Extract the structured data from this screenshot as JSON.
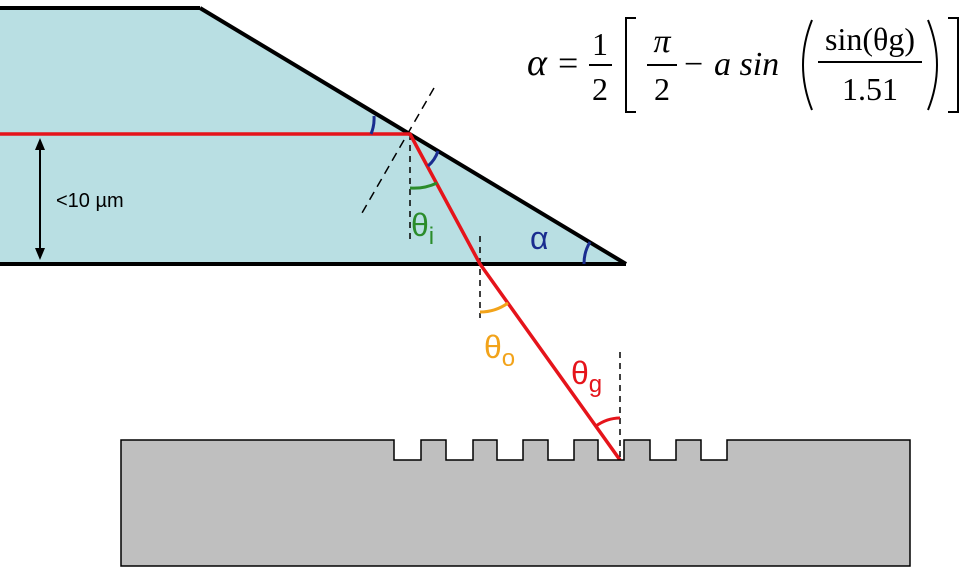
{
  "labels": {
    "thickness": "<10 µm",
    "theta_i": "θ",
    "theta_i_sub": "i",
    "theta_o": "θ",
    "theta_o_sub": "o",
    "theta_g": "θ",
    "theta_g_sub": "g",
    "alpha": "α"
  },
  "equation": {
    "lhs": "α",
    "equals": "=",
    "half_num": "1",
    "half_den": "2",
    "pi_num": "π",
    "pi_den": "2",
    "minus": "−",
    "func": "a sin",
    "sin_num": "sin(θg)",
    "sin_den": "1.51"
  },
  "colors": {
    "prism_fill": "#b9dfe3",
    "outline": "#000000",
    "beam": "#e5141b",
    "alpha_arc": "#1a2d8f",
    "theta_i": "#2b8c2b",
    "theta_o": "#f2a31a",
    "theta_g": "#e5141b",
    "grating_fill": "#bfbfbf"
  }
}
